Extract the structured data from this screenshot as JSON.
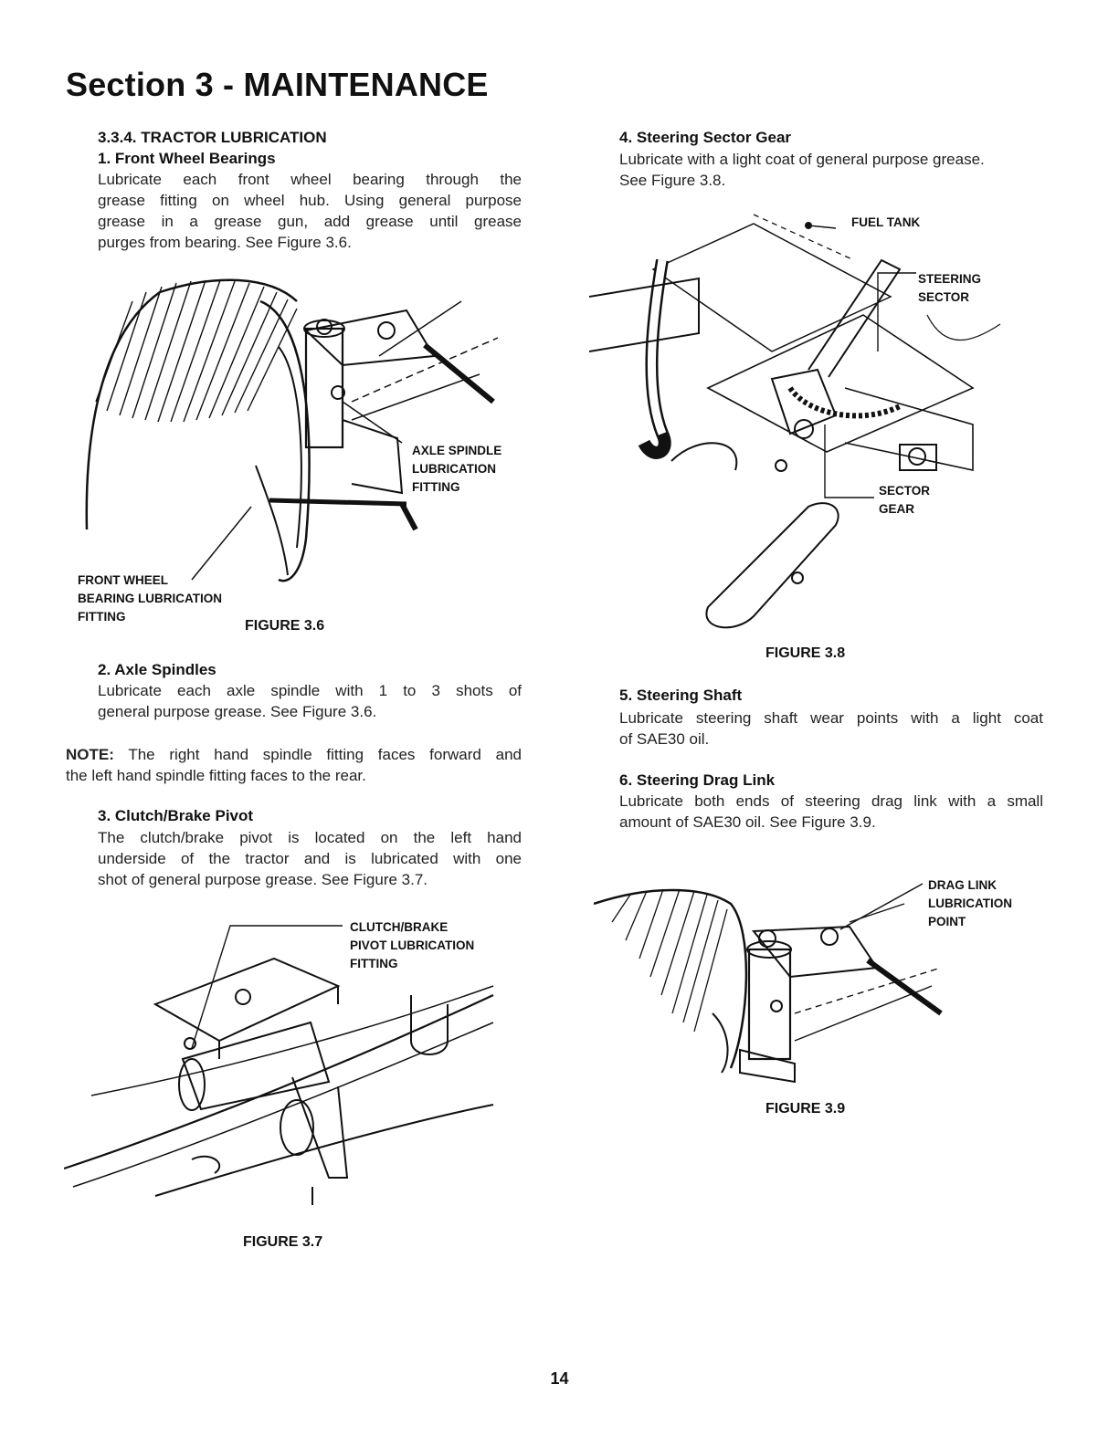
{
  "page": {
    "title": "Section 3 - MAINTENANCE",
    "page_number": "14"
  },
  "left": {
    "section_heading": "3.3.4.  TRACTOR LUBRICATION",
    "item1": {
      "heading": "1.  Front Wheel Bearings",
      "lines": [
        "Lubricate each front wheel bearing through the",
        "grease fitting on wheel hub. Using general purpose",
        "grease in a grease gun, add grease until grease",
        "purges from bearing. See Figure 3.6."
      ]
    },
    "figure36": {
      "caption": "FIGURE 3.6",
      "label_axle": [
        "AXLE SPINDLE",
        "LUBRICATION",
        "FITTING"
      ],
      "label_front": [
        "FRONT WHEEL",
        "BEARING LUBRICATION",
        "FITTING"
      ]
    },
    "item2": {
      "heading": "2.  Axle Spindles",
      "lines": [
        "Lubricate each axle spindle with 1 to 3 shots of",
        "general purpose grease. See Figure 3.6."
      ]
    },
    "note": {
      "label": "NOTE:",
      "line1": " The right hand spindle fitting faces forward and",
      "line2": "the left hand spindle fitting faces to the rear."
    },
    "item3": {
      "heading": "3.  Clutch/Brake Pivot",
      "lines": [
        "The clutch/brake pivot is located on the left hand",
        "underside of the tractor and is lubricated with one",
        "shot of general purpose grease. See Figure 3.7."
      ]
    },
    "figure37": {
      "caption": "FIGURE 3.7",
      "label": [
        "CLUTCH/BRAKE",
        "PIVOT LUBRICATION",
        "FITTING"
      ]
    }
  },
  "right": {
    "item4": {
      "heading": "4.  Steering Sector Gear",
      "lines": [
        "Lubricate with a light coat of general purpose grease.",
        "See Figure 3.8."
      ]
    },
    "figure38": {
      "caption": "FIGURE 3.8",
      "label_fuel": "FUEL TANK",
      "label_sector": [
        "STEERING",
        "SECTOR"
      ],
      "label_gear": [
        "SECTOR",
        "GEAR"
      ]
    },
    "item5": {
      "heading": "5.  Steering Shaft",
      "lines": [
        "Lubricate steering shaft wear points with a light coat",
        "of SAE30 oil."
      ]
    },
    "item6": {
      "heading": "6.  Steering Drag Link",
      "lines": [
        "Lubricate both ends of steering drag link with a small",
        "amount of SAE30 oil. See Figure 3.9."
      ]
    },
    "figure39": {
      "caption": "FIGURE 3.9",
      "label": [
        "DRAG LINK",
        "LUBRICATION",
        "POINT"
      ]
    }
  }
}
